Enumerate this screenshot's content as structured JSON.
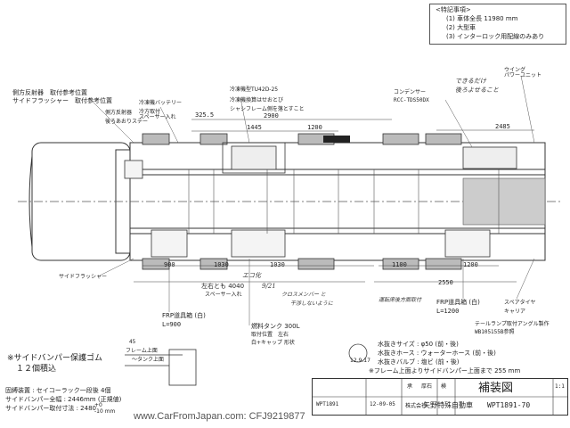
{
  "notes": {
    "title": "<特記事項>",
    "items": [
      "(1) 車体全長 11980 mm",
      "(2) 大型車",
      "(3) インターロック用配線のみあり"
    ]
  },
  "labels": {
    "wing_unit": "ウイング\nパワーユニット",
    "side_reflector": "側方反射器　取付参考位置",
    "side_flasher": "サイドフラッシャー　取付参考位置",
    "side_reflector_small": "側方反射器",
    "body_stay": "後ろあおりステー",
    "cold_battery": "冷凍機バッテリー",
    "cold_battery_note": "冷方取付\nスペーサー入れ",
    "cold_unit": "冷凍機型TU42D-25",
    "cold_unit_note1": "冷凍機換算はせおとび",
    "cold_unit_note2": "シャシフレーム側を落とすこと",
    "condenser": "コンデンサー",
    "condenser_model": "RCC-TDS50DX",
    "hw_can_attach": "できるだけ",
    "hw_can_attach2": "後ろよせること",
    "dim_325": "325.5",
    "dim_2900": "2900",
    "dim_1445": "1445",
    "dim_1200_top": "1200",
    "dim_2485": "2485",
    "dim_900": "900",
    "dim_1030_a": "1030",
    "dim_1030_b": "1030",
    "dim_1100": "1100",
    "dim_1200_bot": "1200",
    "dim_4040": "左右とも 4040",
    "spacer": "スペーサー入れ",
    "dim_2550": "2550",
    "hw_1": "エコ化",
    "hw_2": "9/21",
    "hw_3": "クロスメンバー と",
    "hw_4": "干渉しないように",
    "hw_5": "運転席後方面取付",
    "side_flasher_small": "サイドフラッシャー",
    "frp_box_l": "FRP道具箱 (白)",
    "frp_box_l_len": "L=900",
    "fuel_tank": "燃料タンク 300L",
    "fuel_tank_note1": "取付位置　左右",
    "fuel_tank_note2": "白+キャップ 形状",
    "frp_box_r": "FRP道具箱 (白)",
    "frp_box_r_len": "L=1200",
    "spare_tire": "スペアタイヤ",
    "carrier": "キャリア",
    "tail_lamp": "テールランプ取付アングル製作",
    "tail_lamp_model": "WB105155B参照",
    "drain_size": "水抜きサイズ : φ50 (前・後)",
    "drain_hose": "水抜きホース : ウォーターホース (前・後)",
    "drain_valve": "水抜きバルブ : 塩ビ (前・後)",
    "frame_height": "※フレーム上面よりサイドバンパー上面まで 255 mm",
    "dim_45": "45",
    "frame_top": "フレーム上面",
    "tank_top": "～タンク上面",
    "bumper_rubber": "※サイドバンパー保護ゴム",
    "bumper_rubber_qty": "１２個積込",
    "rack": "固縛装置 : セイコーラック一段後 4個",
    "side_bumper_len": "サイドバンパー全幅 : 2446mm (正規値)",
    "side_bumper_pos": "サイドバンパー取付寸法 : 2480",
    "side_bumper_tol_plus": "+0",
    "side_bumper_tol_minus": "-10 mm",
    "stamp_date": "12.9.17"
  },
  "title_block": {
    "drawing_no_small": "WPT1891",
    "date": "12-09-05",
    "check": "承",
    "designer": "厚石",
    "inspect": "検",
    "title": "補装図",
    "company_prefix": "株式会社",
    "company": "矢野特殊自動車",
    "drawing_no": "WPT1891-70",
    "scale": "1:1"
  },
  "watermark": "www.CarFromJapan.com: CFJ9219877"
}
